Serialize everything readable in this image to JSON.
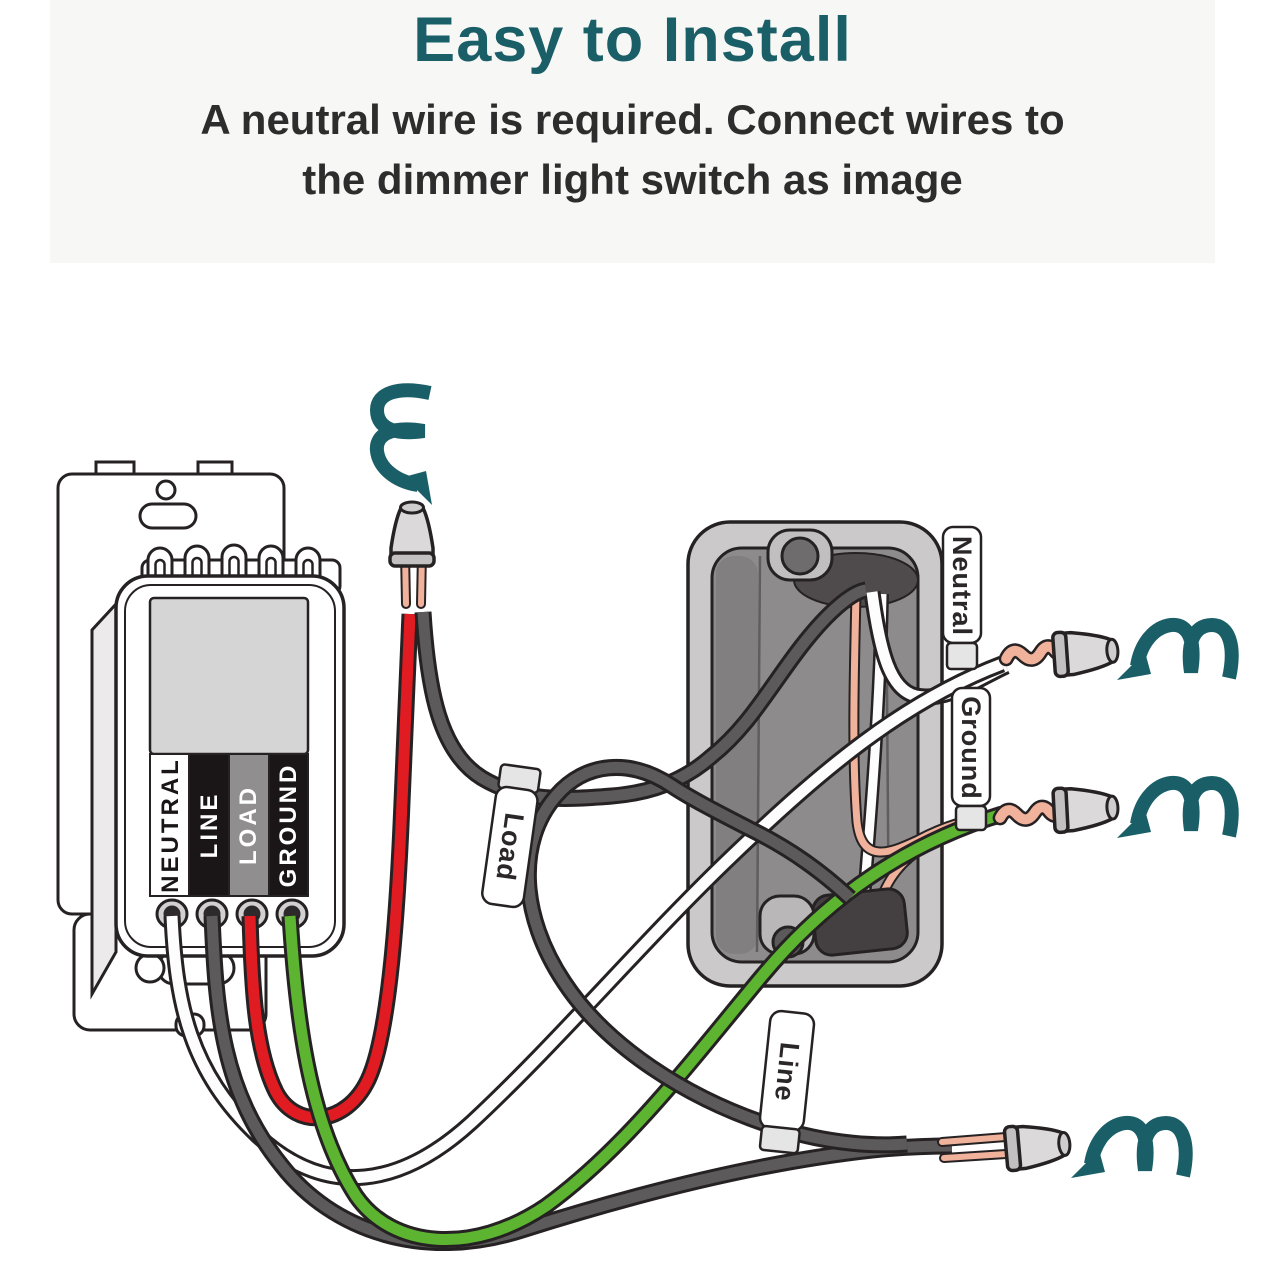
{
  "header": {
    "title": "Easy to Install",
    "subtitle_line1": "A neutral wire is required. Connect wires to",
    "subtitle_line2": "the dimmer light switch as image"
  },
  "device": {
    "name": "smart dimmer light switch",
    "terminal_labels": [
      "NEUTRAL",
      "LINE",
      "LOAD",
      "GROUND"
    ]
  },
  "wire_tags": {
    "load": "Load",
    "neutral": "Neutral",
    "ground": "Ground",
    "line": "Line"
  },
  "wires": [
    {
      "terminal": "NEUTRAL",
      "color_name": "white",
      "hex": "#fdfdfd"
    },
    {
      "terminal": "LINE",
      "color_name": "dark-gray",
      "hex": "#5d5a5b"
    },
    {
      "terminal": "LOAD",
      "color_name": "red",
      "hex": "#e01b22"
    },
    {
      "terminal": "GROUND",
      "color_name": "green",
      "hex": "#5cb431"
    }
  ],
  "colors": {
    "accent_teal": "#1a5f67",
    "header_bg": "#f7f7f6",
    "ink_outline": "#262223",
    "copper": "#f1b29c",
    "box_gray": "#8d8b8b",
    "label_black": "#1a1516",
    "load_strip_gray": "#908e8e",
    "subtitle_text": "#2e2d2d"
  }
}
